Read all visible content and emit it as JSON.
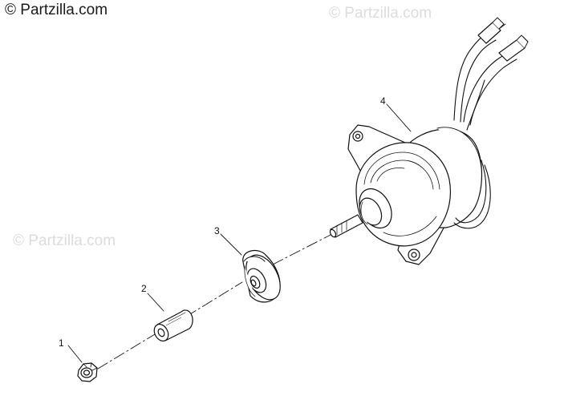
{
  "watermarks": {
    "main": "© Partzilla.com",
    "faint_top": "© Partzilla.com",
    "faint_left": "© Partzilla.com"
  },
  "callouts": {
    "c1": "1",
    "c2": "2",
    "c3": "3",
    "c4": "4"
  }
}
